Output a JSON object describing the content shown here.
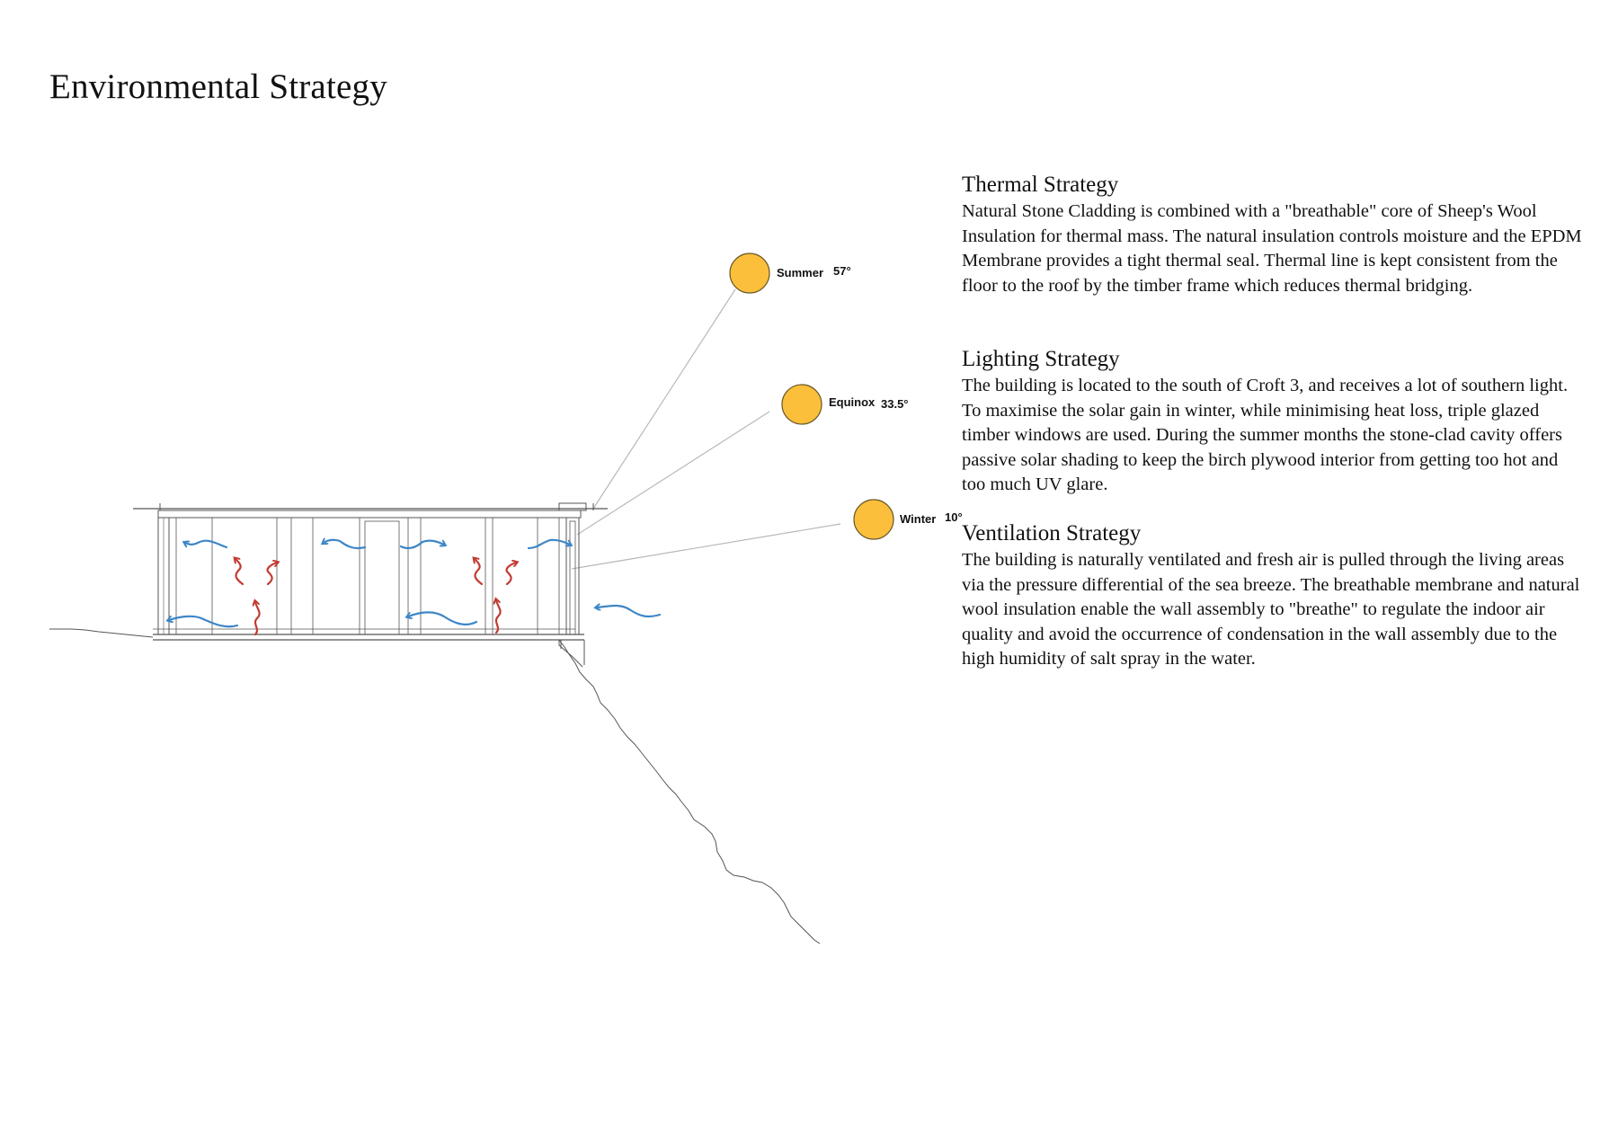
{
  "page": {
    "title": "Environmental Strategy"
  },
  "sun_positions": [
    {
      "season": "Summer",
      "angle": "57°"
    },
    {
      "season": "Equinox",
      "angle": "33.5°"
    },
    {
      "season": "Winter",
      "angle": "10°"
    }
  ],
  "colors": {
    "sun_fill": "#FBBF3B",
    "sun_stroke": "#6b5a2a",
    "cool_air_arrow": "#3d86c6",
    "warm_air_arrow": "#c23b32",
    "section_lines": "#555555",
    "sun_rays": "#b8b8b8"
  },
  "strategies": {
    "thermal": {
      "heading": "Thermal Strategy",
      "body": "Natural Stone Cladding is combined with a \"breathable\" core of Sheep's Wool Insulation for thermal mass. The natural insulation controls moisture and the EPDM Membrane provides a tight thermal seal. Thermal line is kept consistent from the floor to the roof by the timber frame which reduces thermal bridging."
    },
    "lighting": {
      "heading": "Lighting Strategy",
      "body": "The building is located to the south of Croft 3, and receives a lot of southern light. To maximise the solar gain in winter, while minimising heat loss, triple glazed timber windows are used. During the summer months the stone-clad cavity offers passive solar shading to keep the birch plywood interior from getting too hot and too much UV glare."
    },
    "ventilation": {
      "heading": "Ventilation Strategy",
      "body": "The building is naturally ventilated and fresh air is pulled through the living areas via the pressure differential of the sea breeze. The breathable membrane and natural wool insulation enable the wall assembly to \"breathe\" to regulate the indoor air quality and avoid the occurrence of condensation in the wall assembly due to the high humidity of salt spray in the water."
    }
  },
  "icons": {
    "sun": "sun-icon",
    "cool_air": "blue-airflow-arrow",
    "warm_air": "red-rising-heat-arrow"
  }
}
